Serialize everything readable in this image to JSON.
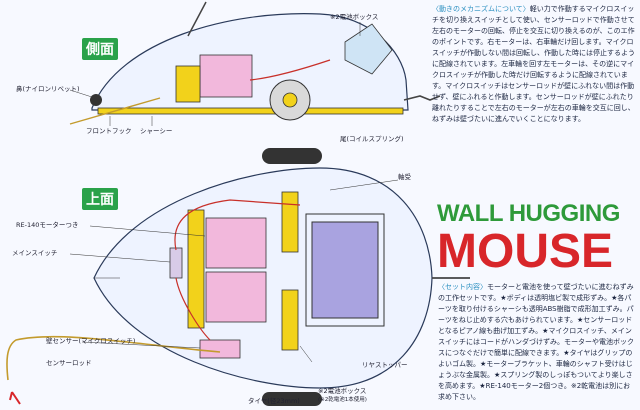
{
  "sections": {
    "side_view": "側面",
    "top_view": "上面"
  },
  "labels": {
    "nose_rivet": "鼻(ナイロンリベット)",
    "front_hook": "フロントフック",
    "chassis": "シャーシー",
    "battery_box_top": "※2電池ボックス",
    "tail_coil_spring": "尾(コイルスプリング)",
    "shaft": "軸受",
    "motor": "RE-140モーターつき",
    "main_switch": "メインスイッチ",
    "wall_sensor": "壁センサー(マイクロスイッチ)",
    "sensor_rod": "センサーロッド",
    "rear_stopper": "リヤストッパー",
    "tire": "タイヤ(径23mm)",
    "battery_box_bottom": "※2電池ボックス",
    "battery_note": "(※2乾電池1本使用)"
  },
  "text": {
    "mechanism_heading": "〈動きのメカニズムについて〉",
    "mechanism_body": "軽い力で作動するマイクロスイッチを切り換えスイッチとして使い、センサーロッドで作動させて左右のモーターの回転、停止を交互に切り換えるのが、このエ作のポイントです。右モーターは、右車輪だけ回します。マイクロスイッチが作動しない間は回転し、作動した時には停止するように配線されています。左車輪を回す左モーターは、その逆にマイクロスイッチが作動した時だけ回転するように配線されています。マイクロスイッチはセンサーロッドが壁にふれない間は作動せず、壁にふれると作動します。センサーロッドが壁にふれたり離れたりすることで左右のモーターが左右の車輪を交互に回し、ねずみは壁づたいに進んでいくことになります。",
    "title_line1": "WALL HUGGING",
    "title_line2": "MOUSE",
    "set_heading": "〈セット内容〉",
    "set_body": "モーターと電池を使って壁づたいに進むねずみの工作セットです。★ボディは透明塩ビ製で成形ずみ。★各パーツを取り付けるシャーシも透明ABS樹脂で成形加工ずみ。パーツをねじ止めする穴もあけられています。★センサーロッドとなるピアノ線も曲げ加工ずみ。★マイクロスイッチ、メインスイッチにはコードがハンダづけずみ。モーターや電池ボックスにつなぐだけで簡単に配線できます。★タイヤはグリップのよいゴム製。★モーターブラケット、車輪のシャフト受けはじょうぶな金属製。★スプリング製のしっぽもついてより楽しさを高めます。★RE-140モーター2個つき。※2乾電池は別にお求め下さい。"
  },
  "colors": {
    "section_bg": "#2aa24a",
    "title_green": "#2e9a3a",
    "title_red": "#d8262a",
    "body_outline": "#2a3a5a",
    "motor_pink": "#f2b8dc",
    "battery_purple": "#a9a3e0",
    "bracket_yellow": "#f2d21b",
    "wire_red": "#c8302a"
  }
}
